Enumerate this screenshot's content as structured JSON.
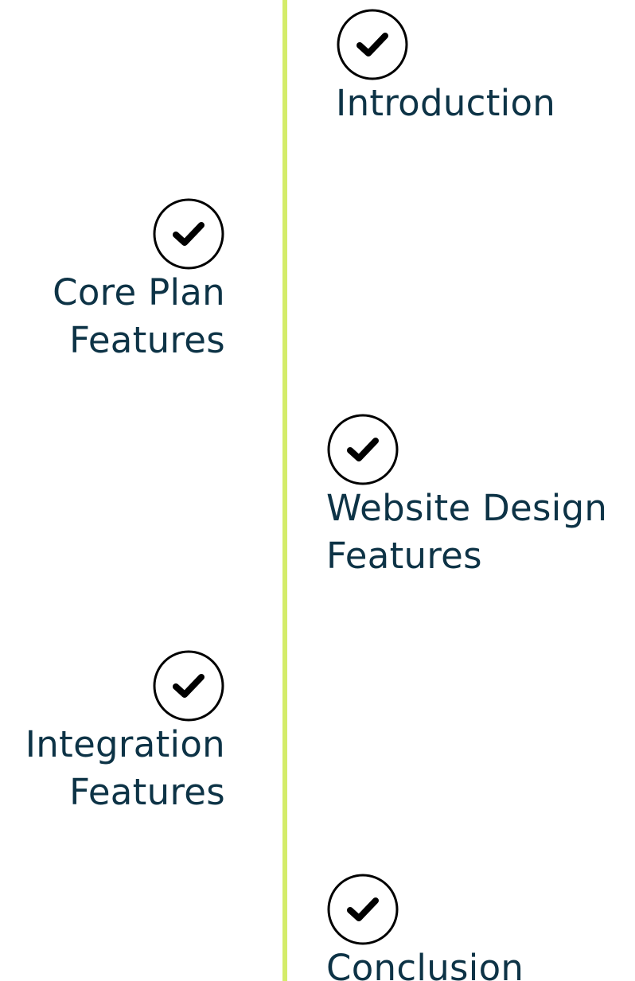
{
  "accent_color": "#d4ec6a",
  "text_color": "#0d3346",
  "items": [
    {
      "label": "Introduction",
      "icon": "check-circle-icon"
    },
    {
      "label": "Core Plan\nFeatures",
      "icon": "check-circle-icon"
    },
    {
      "label": "Website Design\nFeatures",
      "icon": "check-circle-icon"
    },
    {
      "label": "Integration\nFeatures",
      "icon": "check-circle-icon"
    },
    {
      "label": "Conclusion",
      "icon": "check-circle-icon"
    }
  ]
}
